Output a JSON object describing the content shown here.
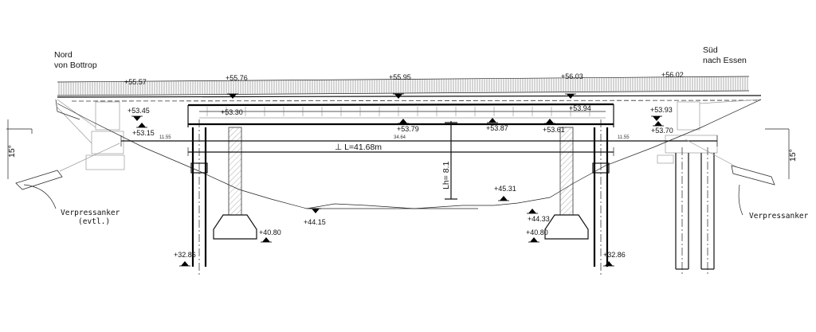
{
  "north": {
    "line1": "Nord",
    "line2": "von Bottrop"
  },
  "south": {
    "line1": "Süd",
    "line2": "nach Essen"
  },
  "span_label": "⊥ L=41.68m",
  "clearance_label": "Lh= 8.1",
  "anchor_left": {
    "line1": "Verpressanker",
    "line2": "(evtl.)"
  },
  "anchor_right": "Verpressanker",
  "angle_left": "15°",
  "angle_right": "15°",
  "dims": {
    "d1": "11.55",
    "d2": "34.64",
    "d3": "11.55"
  },
  "elev_top": [
    "+55.57",
    "+55.76",
    "+55.95",
    "+56.03",
    "+56.02"
  ],
  "elev_mid": {
    "e5345": "+53.45",
    "e5315": "+53.15",
    "e5330": "+53.30",
    "e5379": "+53.79",
    "e5387": "+53.87",
    "e5361": "+53.61",
    "e5394": "+53.94",
    "e5393": "+53.93",
    "e5370": "+53.70"
  },
  "elev_low": {
    "e4415": "+44.15",
    "e4531": "+45.31",
    "e4433": "+44.33",
    "e4080a": "+40.80",
    "e4080b": "+40.80",
    "e3286a": "+32.86",
    "e3286b": "+32.86"
  }
}
